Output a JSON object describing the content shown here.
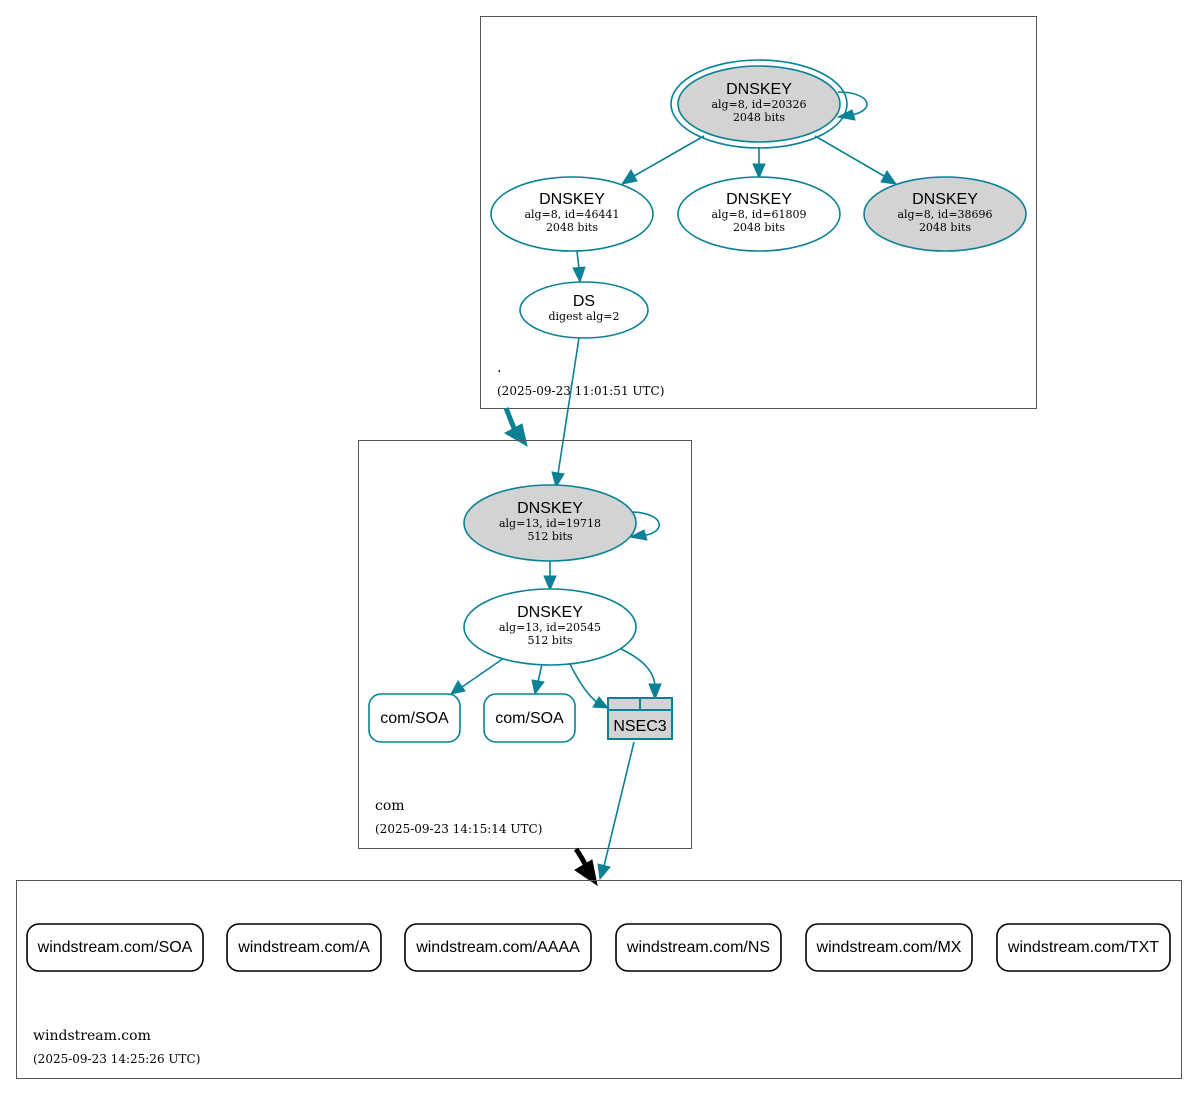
{
  "colors": {
    "teal": "#0a8194",
    "gray_fill": "#d3d3d3",
    "black": "#000000"
  },
  "zones": {
    "root": {
      "name": ".",
      "timestamp": "(2025-09-23 11:01:51 UTC)",
      "nodes": {
        "ksk": {
          "title": "DNSKEY",
          "line1": "alg=8, id=20326",
          "line2": "2048 bits"
        },
        "zsk1": {
          "title": "DNSKEY",
          "line1": "alg=8, id=46441",
          "line2": "2048 bits"
        },
        "zsk2": {
          "title": "DNSKEY",
          "line1": "alg=8, id=61809",
          "line2": "2048 bits"
        },
        "zsk3": {
          "title": "DNSKEY",
          "line1": "alg=8, id=38696",
          "line2": "2048 bits"
        },
        "ds": {
          "title": "DS",
          "line1": "digest alg=2"
        }
      }
    },
    "com": {
      "name": "com",
      "timestamp": "(2025-09-23 14:15:14 UTC)",
      "nodes": {
        "ksk": {
          "title": "DNSKEY",
          "line1": "alg=13, id=19718",
          "line2": "512 bits"
        },
        "zsk": {
          "title": "DNSKEY",
          "line1": "alg=13, id=20545",
          "line2": "512 bits"
        },
        "soa1": {
          "label": "com/SOA"
        },
        "soa2": {
          "label": "com/SOA"
        },
        "nsec3": {
          "label": "NSEC3"
        }
      }
    },
    "windstream": {
      "name": "windstream.com",
      "timestamp": "(2025-09-23 14:25:26 UTC)",
      "records": [
        {
          "label": "windstream.com/SOA"
        },
        {
          "label": "windstream.com/A"
        },
        {
          "label": "windstream.com/AAAA"
        },
        {
          "label": "windstream.com/NS"
        },
        {
          "label": "windstream.com/MX"
        },
        {
          "label": "windstream.com/TXT"
        }
      ]
    }
  }
}
